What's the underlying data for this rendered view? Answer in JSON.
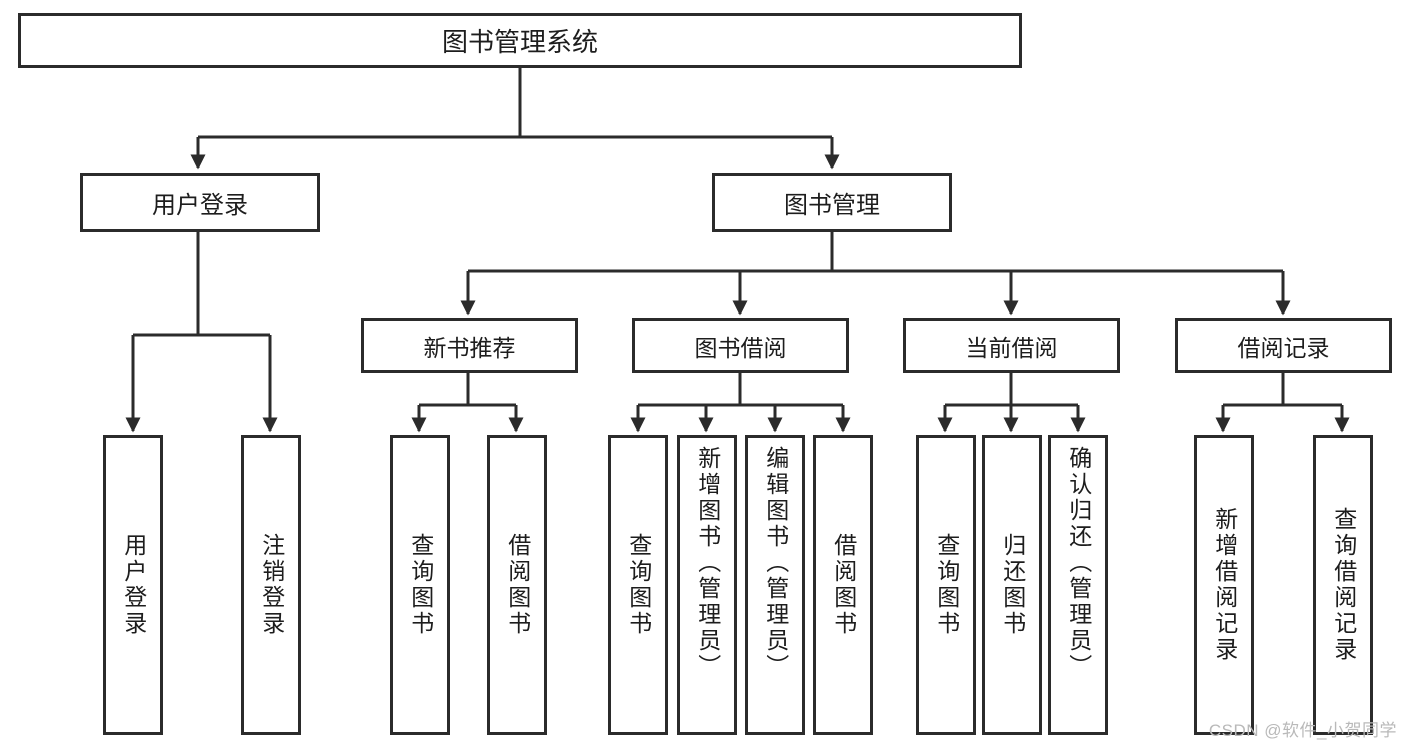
{
  "diagram": {
    "title": "图书管理系统",
    "watermark": "CSDN @软件_小贺同学",
    "stroke_color": "#2b2b2b",
    "text_color": "#1d1d1d",
    "background_color": "#ffffff",
    "watermark_color": "#b9b9b9"
  },
  "nodes": {
    "root": {
      "label": "图书管理系统"
    },
    "level2": [
      {
        "label": "用户登录"
      },
      {
        "label": "图书管理"
      }
    ],
    "level3": [
      {
        "label": "新书推荐"
      },
      {
        "label": "图书借阅"
      },
      {
        "label": "当前借阅"
      },
      {
        "label": "借阅记录"
      }
    ],
    "leaves": {
      "user_login": [
        {
          "label": "用户登录"
        },
        {
          "label": "注销登录"
        }
      ],
      "new_book_recommend": [
        {
          "label": "查询图书"
        },
        {
          "label": "借阅图书"
        }
      ],
      "book_borrow": [
        {
          "label": "查询图书"
        },
        {
          "label": "新增图书（管理员）"
        },
        {
          "label": "编辑图书（管理员）"
        },
        {
          "label": "借阅图书"
        }
      ],
      "current_borrow": [
        {
          "label": "查询图书"
        },
        {
          "label": "归还图书"
        },
        {
          "label": "确认归还（管理员）"
        }
      ],
      "borrow_record": [
        {
          "label": "新增借阅记录"
        },
        {
          "label": "查询借阅记录"
        }
      ]
    }
  }
}
